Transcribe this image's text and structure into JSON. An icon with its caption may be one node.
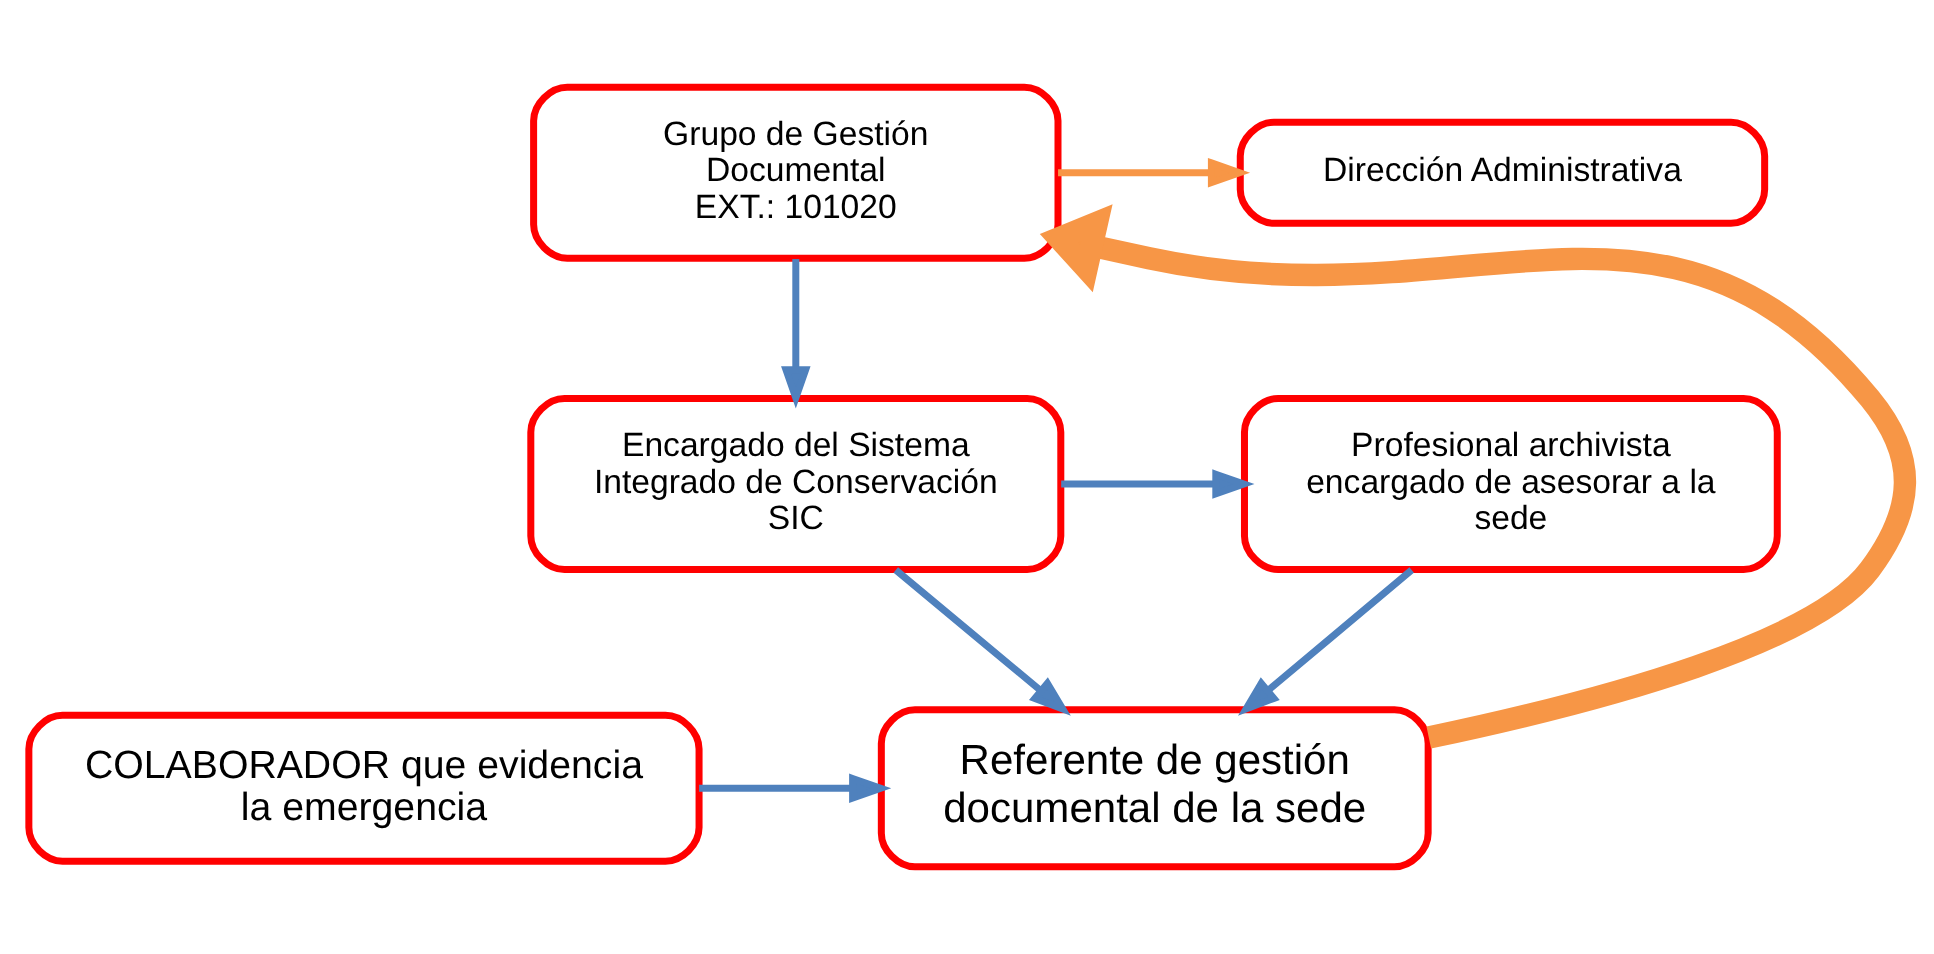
{
  "diagram": {
    "nodes": [
      {
        "text": [
          "Grupo de Gestión Documental",
          "EXT.: 101020"
        ]
      },
      {
        "text": [
          "Dirección Administrativa"
        ]
      },
      {
        "text": [
          "Encargado del Sistema Integrado de Conservación SIC"
        ]
      },
      {
        "text": [
          "Profesional archivista encargado de asesorar a la sede"
        ]
      },
      {
        "text": [
          "Referente de gestión documental de la sede"
        ]
      },
      {
        "text": [
          "COLABORADOR que evidencia la emergencia"
        ]
      }
    ],
    "edges": [
      {
        "from": 0,
        "to": 1,
        "arrow": "to",
        "color": "#f79646"
      },
      {
        "from": 0,
        "to": 2,
        "arrow": "to"
      },
      {
        "from": 2,
        "to": 3,
        "arrow": "to"
      },
      {
        "from": 2,
        "to": 4,
        "arrow": "to"
      },
      {
        "from": 3,
        "to": 4,
        "arrow": "to"
      },
      {
        "from": 5,
        "to": 4,
        "arrow": "to"
      },
      {
        "from": 4,
        "to": 0,
        "arrow": "to",
        "style": "thick",
        "color": "#f79646"
      }
    ]
  }
}
